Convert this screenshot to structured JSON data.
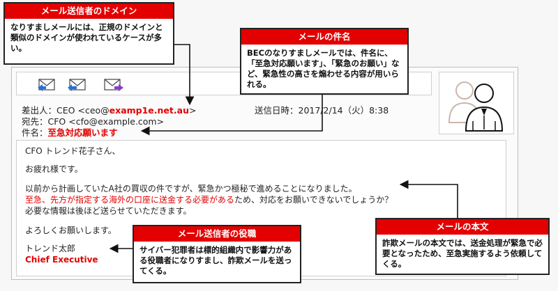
{
  "mail": {
    "from_label": "差出人：",
    "from_name": "CEO",
    "from_addr_pre": "<ceo@",
    "from_domain": "examp1e.net.au",
    "from_addr_post": ">",
    "to_label": "宛先：",
    "to_value": "CFO <cfo@example.com>",
    "subject_label": "件名：",
    "subject_value": "至急対応願います",
    "sent_label": "送信日時：",
    "sent_value": "2017/2/14（火）8:38",
    "body": {
      "line1": "CFO トレンド花子さん、",
      "line2": "お疲れ様です。",
      "line3": "以前から計画していたA社の買収の件ですが、緊急かつ極秘で進めることになりました。",
      "line4_red": "至急、先方が指定する海外の口座に送金する必要がある",
      "line4_rest": "ため、対応をお願いできないでしょうか？",
      "line5": "必要な情報は後ほど送らせていただきます。",
      "line6": "よろしくお願いします。",
      "sig_name": "トレンド太郎",
      "sig_title": "Chief Executive"
    }
  },
  "callouts": {
    "domain": {
      "title": "メール送信者のドメイン",
      "text": "なりすましメールには、正規のドメインと類似のドメインが使われているケースが多い。"
    },
    "subject": {
      "title": "メールの件名",
      "text": "BECのなりすましメールでは、件名に、「至急対応願います」、「緊急のお願い」など、緊急性の高さを煽わせる内容が用いられる。"
    },
    "role": {
      "title": "メール送信者の役職",
      "text": "サイバー犯罪者は標的組織内で影響力がある役職者になりすまし、詐欺メールを送ってくる。"
    },
    "body": {
      "title": "メールの本文",
      "text": "詐欺メールの本文では、送金処理が緊急で必要となったため、至急実施するよう依頼してくる。"
    }
  },
  "colors": {
    "accent": "#e30000",
    "icon_blue": "#2a6fd6",
    "icon_purple": "#8a3cc8"
  },
  "icons": [
    "mail-reply-icon",
    "mail-reply-all-icon",
    "mail-forward-icon",
    "contact-person-icon"
  ]
}
